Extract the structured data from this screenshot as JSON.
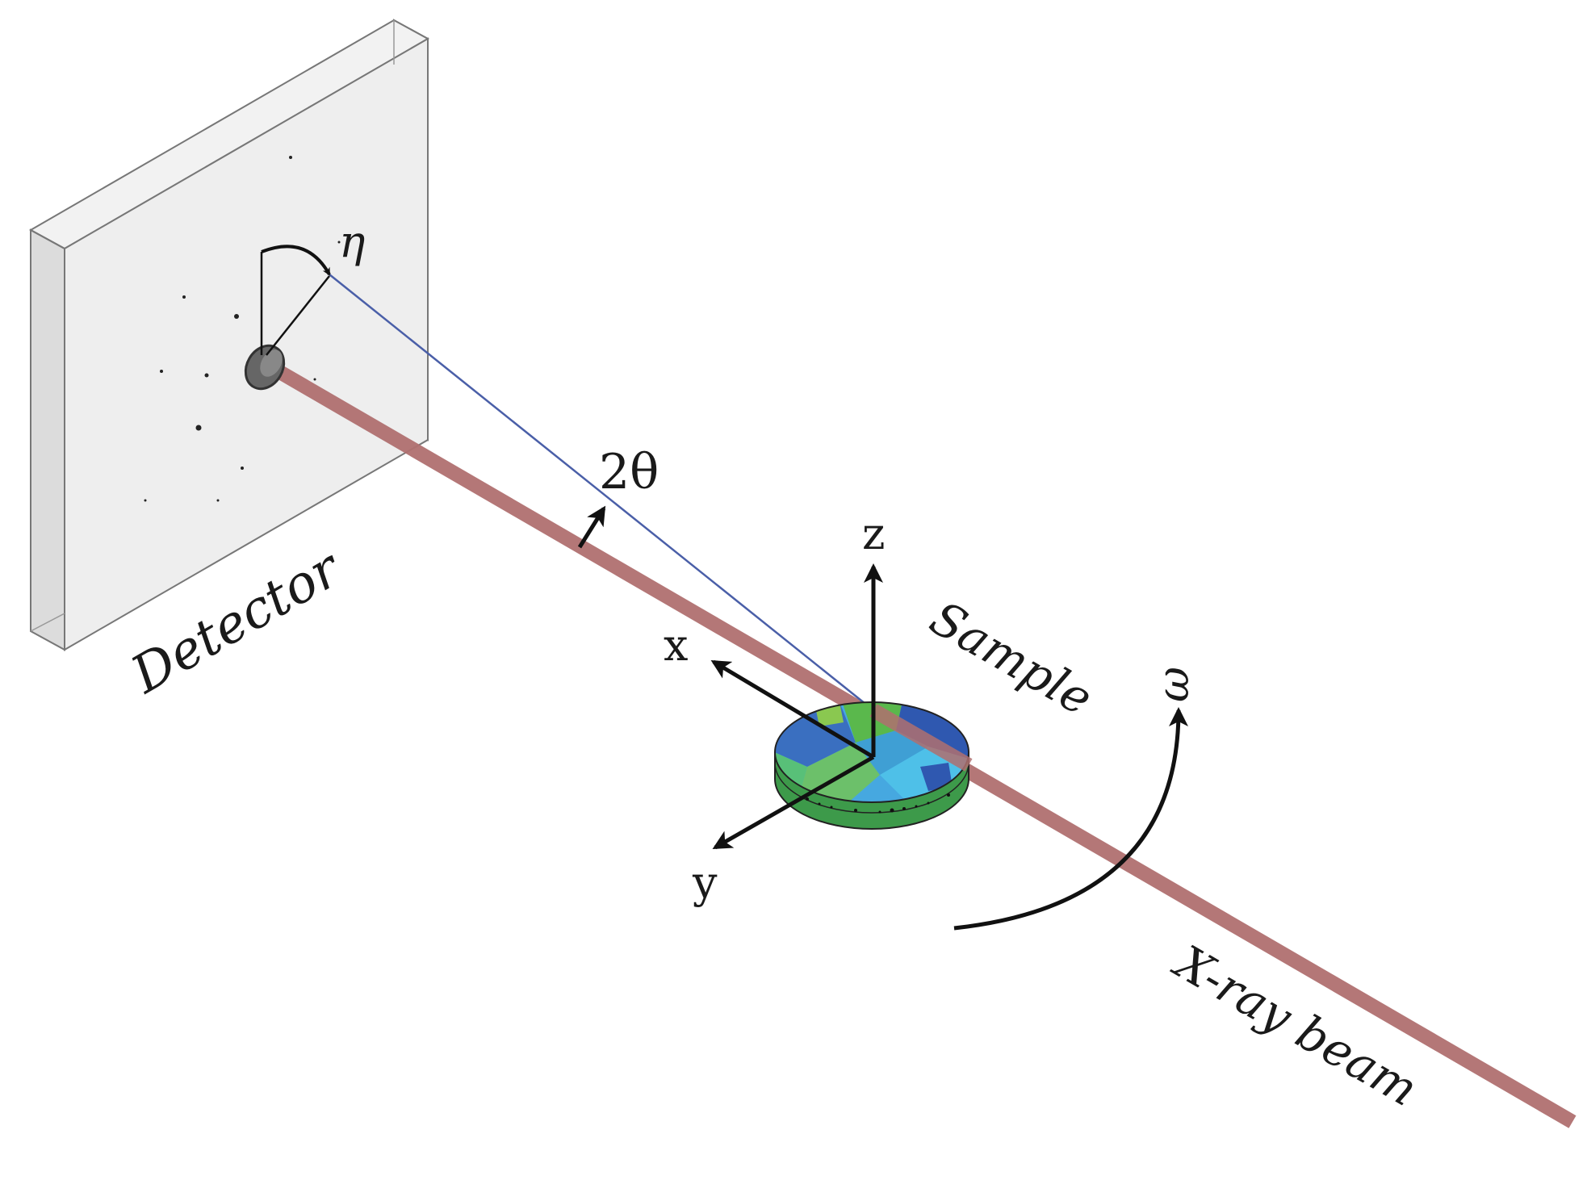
{
  "labels": {
    "detector": "Detector",
    "sample": "Sample",
    "beam": "X-ray beam",
    "two_theta": "2θ",
    "eta": "η",
    "omega": "ω",
    "axis_x": "x",
    "axis_y": "y",
    "axis_z": "z"
  },
  "colors": {
    "beam": "#b07070",
    "diffracted_ray": "#4a5fa8",
    "detector_face": "#eeeeee",
    "beam_stop": "#666666",
    "grain_colors": [
      "#46a8e0",
      "#3f9fd4",
      "#5ab84c",
      "#3a6fc0",
      "#6cc06a",
      "#4ec0e8",
      "#2f58b0",
      "#58c078",
      "#8ac850"
    ]
  }
}
